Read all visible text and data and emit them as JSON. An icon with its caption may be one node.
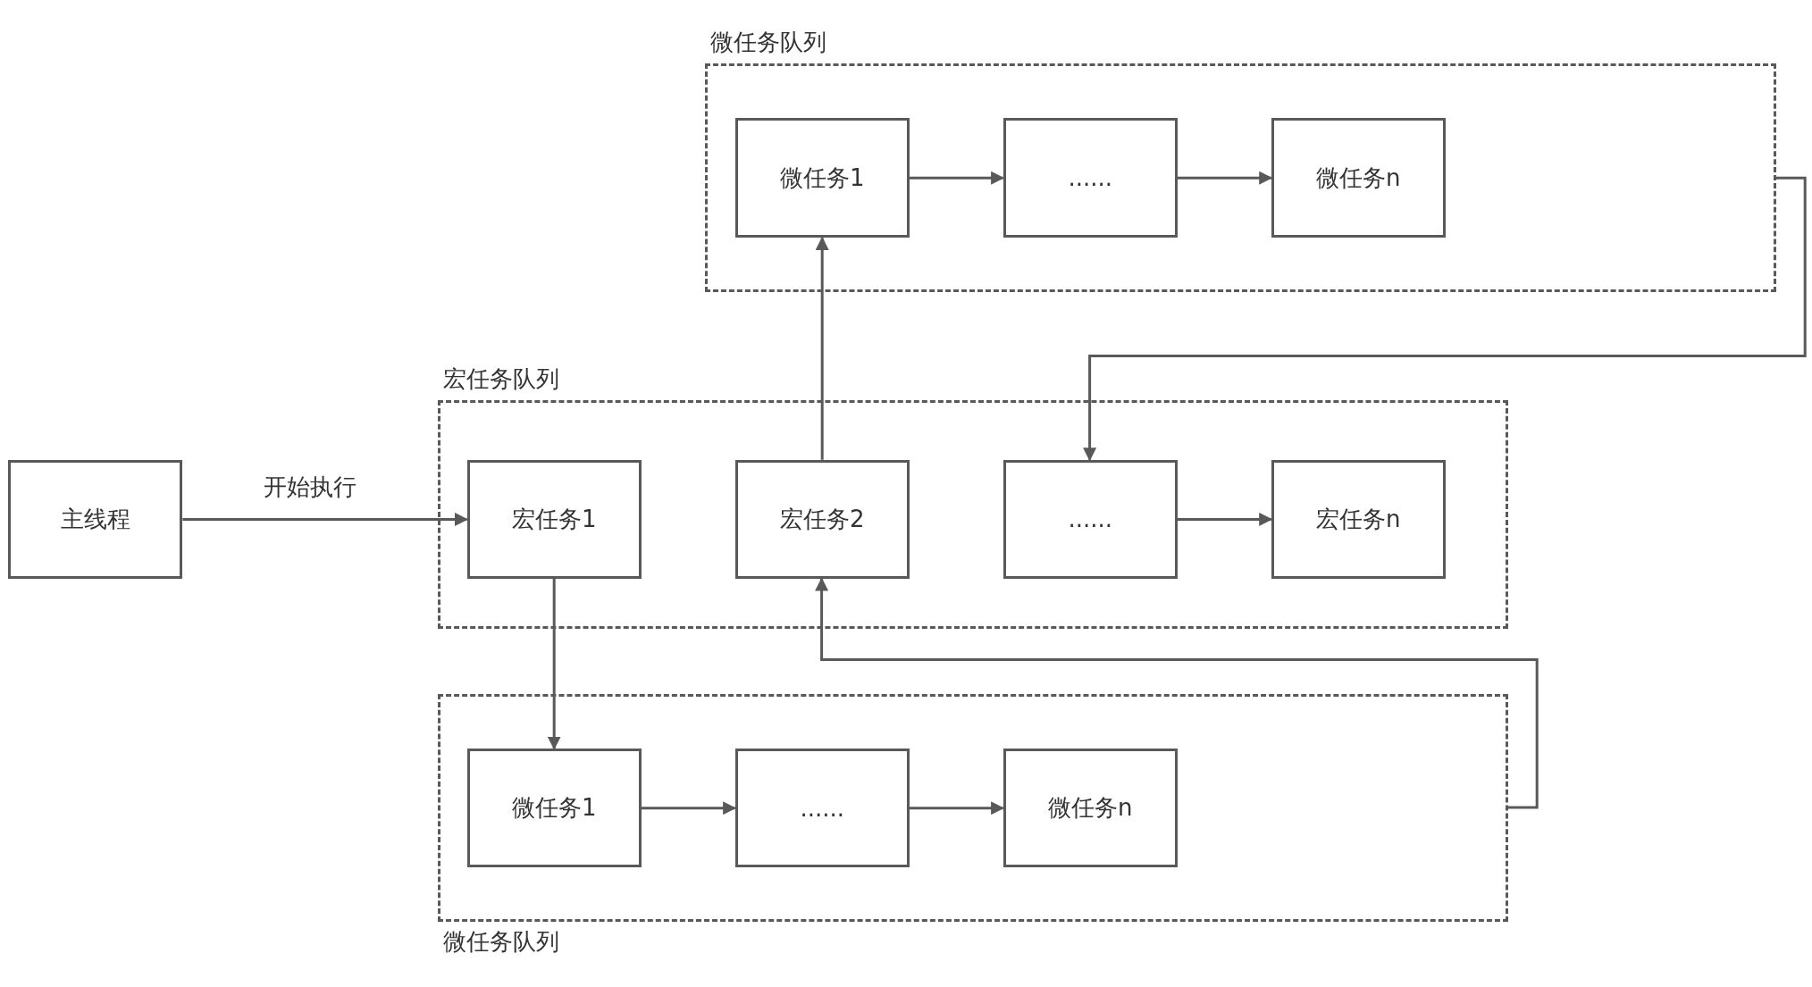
{
  "diagram": {
    "nodes": [
      {
        "text": [
          "微任务队列"
        ]
      },
      {
        "text": [
          "微任务1"
        ],
        "in": 0
      },
      {
        "text": [
          "......"
        ],
        "in": 0
      },
      {
        "text": [
          "微任务n"
        ],
        "in": 0
      },
      {
        "text": [
          "主线程"
        ]
      },
      {
        "text": [
          "宏任务队列"
        ]
      },
      {
        "text": [
          "宏任务1"
        ],
        "in": 5
      },
      {
        "text": [
          "宏任务2"
        ],
        "in": 5
      },
      {
        "text": [
          "......"
        ],
        "in": 5
      },
      {
        "text": [
          "宏任务n"
        ],
        "in": 5
      },
      {
        "text": [
          "微任务队列"
        ]
      },
      {
        "text": [
          "微任务1"
        ],
        "in": 10
      },
      {
        "text": [
          "......"
        ],
        "in": 10
      },
      {
        "text": [
          "微任务n"
        ],
        "in": 10
      }
    ],
    "edges": [
      {
        "from": 4,
        "to": 6,
        "arrow": "to",
        "label": "开始执行"
      },
      {
        "from": 6,
        "to": 11,
        "arrow": "to"
      },
      {
        "from": 11,
        "to": 12,
        "arrow": "to"
      },
      {
        "from": 12,
        "to": 13,
        "arrow": "to"
      },
      {
        "from": 10,
        "to": 7,
        "arrow": "to"
      },
      {
        "from": 7,
        "to": 1,
        "arrow": "to"
      },
      {
        "from": 1,
        "to": 2,
        "arrow": "to"
      },
      {
        "from": 2,
        "to": 3,
        "arrow": "to"
      },
      {
        "from": 0,
        "to": 8,
        "arrow": "to"
      },
      {
        "from": 8,
        "to": 9,
        "arrow": "to"
      }
    ]
  }
}
